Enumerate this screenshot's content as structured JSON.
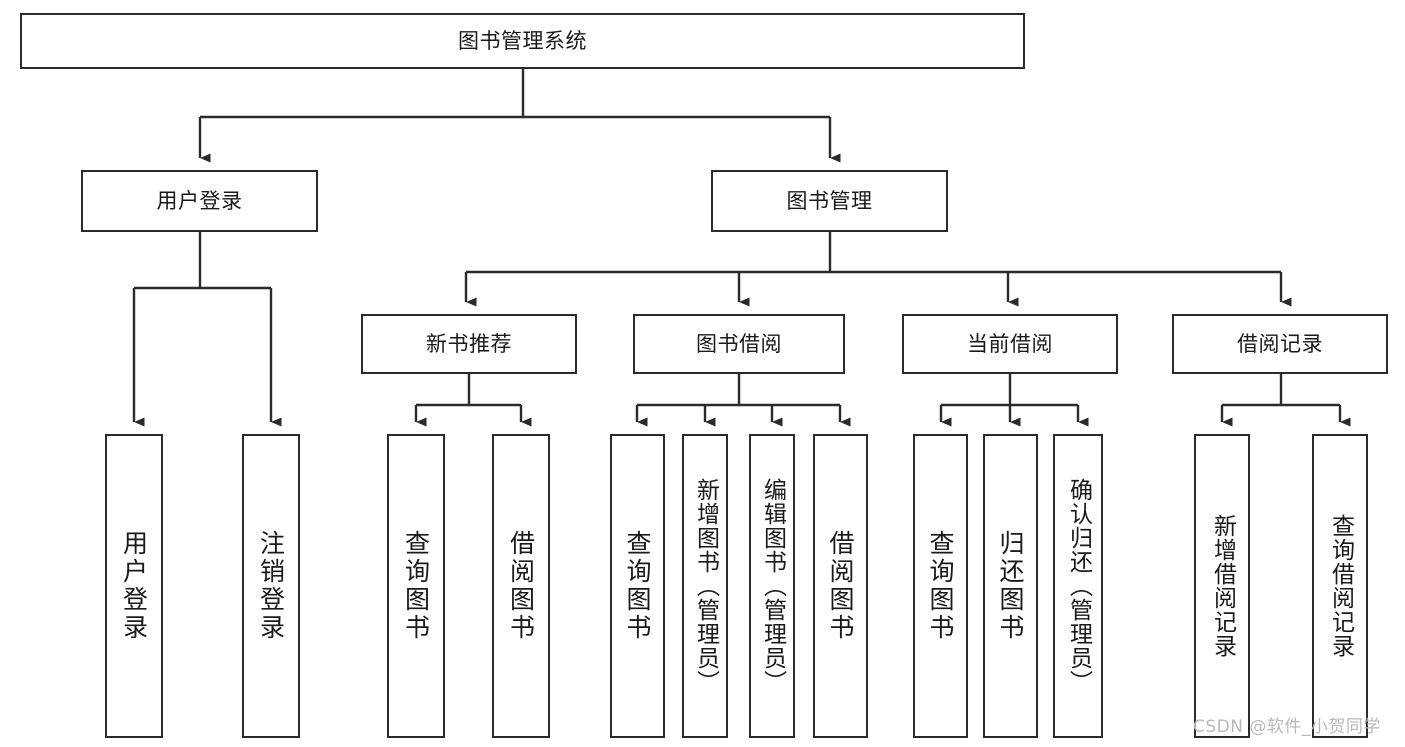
{
  "diagram": {
    "title": "图书管理系统",
    "type": "tree-hierarchy-diagram",
    "colors": {
      "box_border": "#2b2b2b",
      "box_fill": "#ffffff",
      "connector": "#2b2b2b",
      "text": "#1a1a1a",
      "watermark": "#b9b9b9",
      "background": "#ffffff"
    },
    "root": {
      "label": "图书管理系统",
      "orientation": "horizontal"
    },
    "level1": [
      {
        "label": "用户登录",
        "orientation": "horizontal"
      },
      {
        "label": "图书管理",
        "orientation": "horizontal"
      }
    ],
    "level2": [
      {
        "label": "新书推荐",
        "orientation": "horizontal",
        "parent": "图书管理"
      },
      {
        "label": "图书借阅",
        "orientation": "horizontal",
        "parent": "图书管理"
      },
      {
        "label": "当前借阅",
        "orientation": "horizontal",
        "parent": "图书管理"
      },
      {
        "label": "借阅记录",
        "orientation": "horizontal",
        "parent": "图书管理"
      }
    ],
    "leaves": {
      "user_login": [
        {
          "label": "用户登录",
          "orientation": "vertical"
        },
        {
          "label": "注销登录",
          "orientation": "vertical"
        }
      ],
      "new_book_recommend": [
        {
          "label": "查询图书",
          "orientation": "vertical"
        },
        {
          "label": "借阅图书",
          "orientation": "vertical"
        }
      ],
      "book_borrow": [
        {
          "label": "查询图书",
          "orientation": "vertical"
        },
        {
          "label": "新增图书（管理员）",
          "orientation": "vertical"
        },
        {
          "label": "编辑图书（管理员）",
          "orientation": "vertical"
        },
        {
          "label": "借阅图书",
          "orientation": "vertical"
        }
      ],
      "current_borrow": [
        {
          "label": "查询图书",
          "orientation": "vertical"
        },
        {
          "label": "归还图书",
          "orientation": "vertical"
        },
        {
          "label": "确认归还（管理员）",
          "orientation": "vertical"
        }
      ],
      "borrow_records": [
        {
          "label": "新增借阅记录",
          "orientation": "vertical"
        },
        {
          "label": "查询借阅记录",
          "orientation": "vertical"
        }
      ]
    },
    "watermark": "CSDN @软件_小贺同学"
  }
}
